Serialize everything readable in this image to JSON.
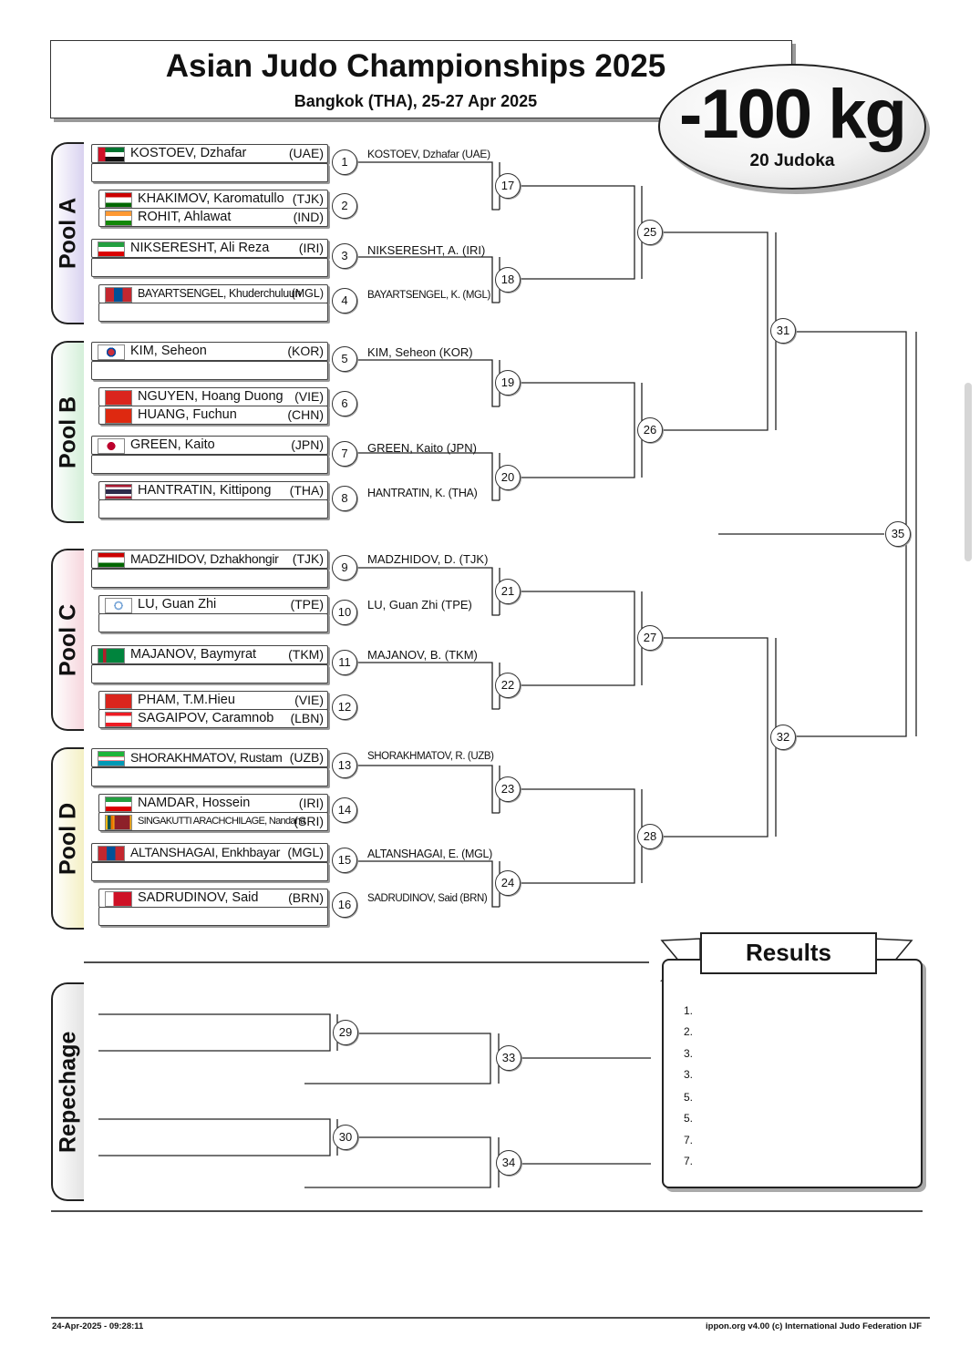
{
  "header": {
    "title": "Asian Judo Championships 2025",
    "subtitle": "Bangkok (THA), 25-27 Apr 2025"
  },
  "category": {
    "weight": "-100 kg",
    "count": "20 Judoka"
  },
  "pools": {
    "a": "Pool A",
    "b": "Pool B",
    "c": "Pool C",
    "d": "Pool D",
    "repechage": "Repechage"
  },
  "athletes": [
    {
      "name": "KOSTOEV, Dzhafar",
      "nat": "(UAE)",
      "flag": "uae"
    },
    {
      "name": "KHAKIMOV, Karomatullo",
      "nat": "(TJK)",
      "flag": "tjk"
    },
    {
      "name": "ROHIT, Ahlawat",
      "nat": "(IND)",
      "flag": "ind"
    },
    {
      "name": "NIKSERESHT, Ali Reza",
      "nat": "(IRI)",
      "flag": "iri"
    },
    {
      "name": "BAYARTSENGEL, Khuderchuluun",
      "nat": "(MGL)",
      "flag": "mgl"
    },
    {
      "name": "KIM, Seheon",
      "nat": "(KOR)",
      "flag": "kor"
    },
    {
      "name": "NGUYEN, Hoang Duong",
      "nat": "(VIE)",
      "flag": "vie"
    },
    {
      "name": "HUANG, Fuchun",
      "nat": "(CHN)",
      "flag": "chn"
    },
    {
      "name": "GREEN, Kaito",
      "nat": "(JPN)",
      "flag": "jpn"
    },
    {
      "name": "HANTRATIN, Kittipong",
      "nat": "(THA)",
      "flag": "tha"
    },
    {
      "name": "MADZHIDOV, Dzhakhongir",
      "nat": "(TJK)",
      "flag": "tjk"
    },
    {
      "name": "LU, Guan Zhi",
      "nat": "(TPE)",
      "flag": "tpe"
    },
    {
      "name": "MAJANOV, Baymyrat",
      "nat": "(TKM)",
      "flag": "tkm"
    },
    {
      "name": "PHAM, T.M.Hieu",
      "nat": "(VIE)",
      "flag": "vie"
    },
    {
      "name": "SAGAIPOV, Caramnob",
      "nat": "(LBN)",
      "flag": "lbn"
    },
    {
      "name": "SHORAKHMATOV, Rustam",
      "nat": "(UZB)",
      "flag": "uzb"
    },
    {
      "name": "NAMDAR, Hossein",
      "nat": "(IRI)",
      "flag": "iri"
    },
    {
      "name": "SINGAKUTTI ARACHCHILAGE, Nandana",
      "nat": "(SRI)",
      "flag": "sri"
    },
    {
      "name": "ALTANSHAGAI, Enkhbayar",
      "nat": "(MGL)",
      "flag": "mgl"
    },
    {
      "name": "SADRUDINOV, Said",
      "nat": "(BRN)",
      "flag": "brn"
    }
  ],
  "advances": [
    "KOSTOEV, Dzhafar  (UAE)",
    "NIKSERESHT, A.  (IRI)",
    "BAYARTSENGEL, K.  (MGL)",
    "KIM, Seheon  (KOR)",
    "GREEN, Kaito  (JPN)",
    "HANTRATIN, K.  (THA)",
    "MADZHIDOV, D.  (TJK)",
    "LU, Guan Zhi  (TPE)",
    "MAJANOV, B.  (TKM)",
    "SHORAKHMATOV, R.  (UZB)",
    "ALTANSHAGAI, E.  (MGL)",
    "SADRUDINOV, Said  (BRN)"
  ],
  "bout_numbers": [
    "1",
    "2",
    "3",
    "4",
    "5",
    "6",
    "7",
    "8",
    "9",
    "10",
    "11",
    "12",
    "13",
    "14",
    "15",
    "16",
    "17",
    "18",
    "19",
    "20",
    "21",
    "22",
    "23",
    "24",
    "25",
    "26",
    "27",
    "28",
    "29",
    "30",
    "31",
    "32",
    "33",
    "34",
    "35"
  ],
  "results": {
    "title": "Results",
    "ranks": [
      "1.",
      "2.",
      "3.",
      "3.",
      "5.",
      "5.",
      "7.",
      "7."
    ]
  },
  "footer": {
    "date": "24-Apr-2025 - 09:28:11",
    "credit": "ippon.org v4.00   (c) International Judo Federation IJF"
  },
  "pool_colors": {
    "a": "#d9d2f0",
    "b": "#d4efd9",
    "c": "#f6d6dd",
    "d": "#f4f0c4",
    "repechage": "#e3e3e3"
  }
}
